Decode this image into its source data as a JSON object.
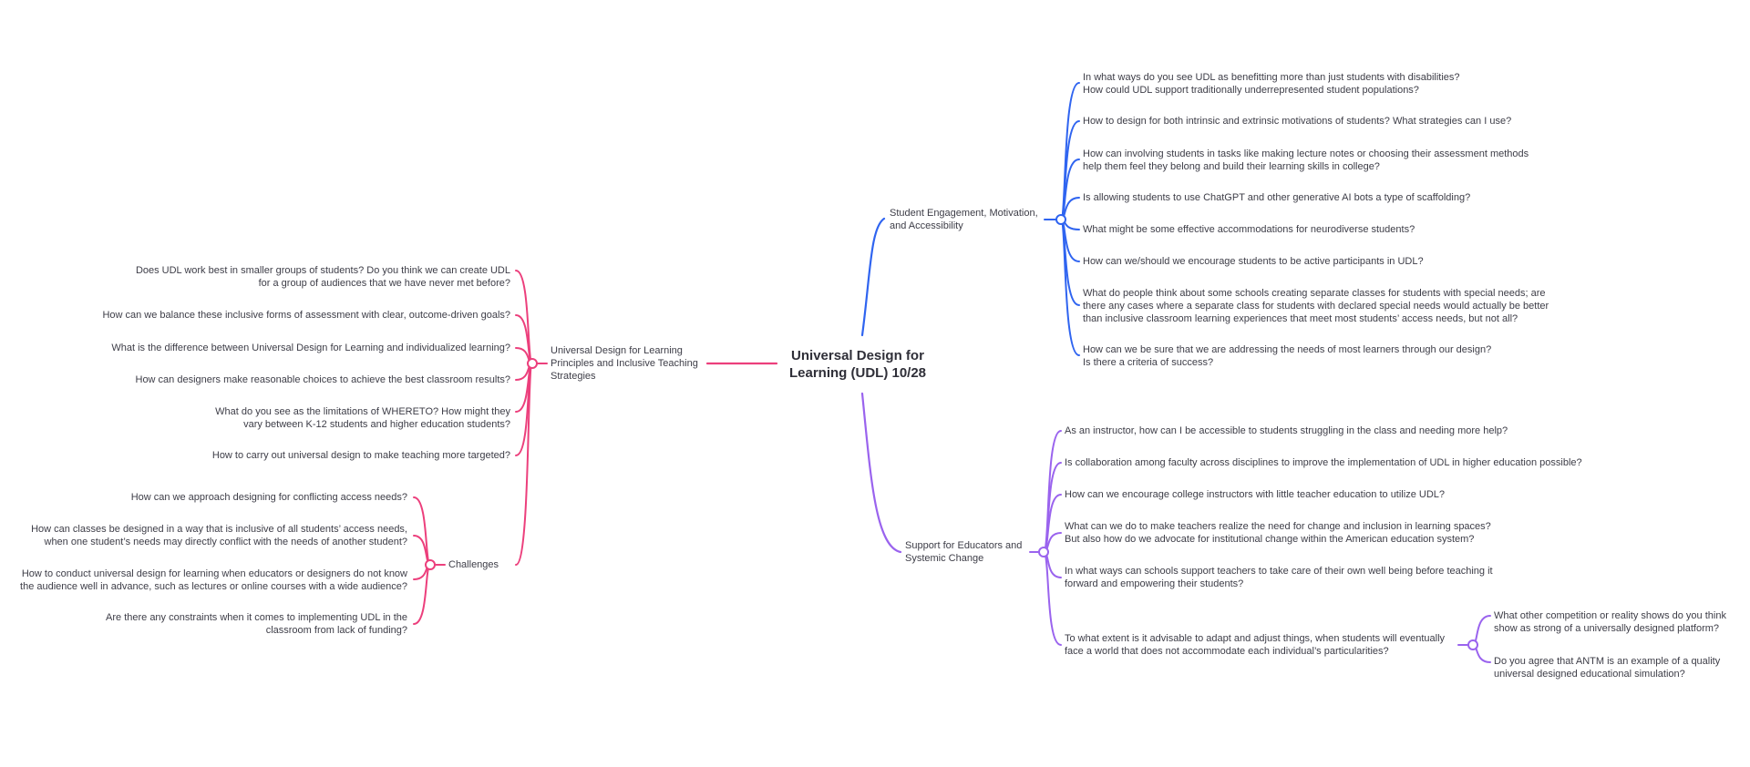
{
  "central_topic": {
    "lines": [
      "Universal Design for",
      "Learning (UDL) 10/28"
    ]
  },
  "branches": [
    {
      "label_lines": [
        "Student Engagement, Motivation,",
        "and Accessibility"
      ],
      "color": "#2f64f0",
      "children": [
        [
          "In what ways do you see UDL as benefitting more than just students with disabilities?",
          "How could UDL support traditionally underrepresented student populations?"
        ],
        [
          "How to design for both intrinsic and extrinsic motivations of students? What strategies can I use?"
        ],
        [
          "How can involving students in tasks like making lecture notes or choosing their assessment methods",
          "help them feel they belong and build their learning skills in college?"
        ],
        [
          "Is allowing students to use ChatGPT and other generative AI bots a type of scaffolding?"
        ],
        [
          "What might be some effective accommodations for neurodiverse students?"
        ],
        [
          "How can we/should we encourage students to be active participants in UDL?"
        ],
        [
          "What do people think about some schools creating separate classes for students with special needs; are",
          "there any cases where a separate class for students with declared special needs would actually be better",
          "than inclusive classroom learning experiences that meet most students’ access needs, but not all?"
        ],
        [
          "How can we be sure that we are addressing the needs of most learners through our design?",
          "Is there a criteria of success?"
        ]
      ]
    },
    {
      "label_lines": [
        "Support for Educators and",
        "Systemic Change"
      ],
      "color": "#9a63ee",
      "children": [
        [
          "As an instructor, how can I be accessible to students struggling in the class and needing more help?"
        ],
        [
          "Is collaboration among faculty across disciplines to improve the implementation of UDL in higher education possible?"
        ],
        [
          "How can we encourage college instructors with little teacher education to utilize UDL?"
        ],
        [
          "What can we do to make teachers realize the need for change and inclusion in learning spaces?",
          "But also how do we advocate for institutional change within the American education system?"
        ],
        [
          "In what ways can schools support teachers to take care of their own well being before teaching it",
          "forward and empowering their students?"
        ],
        [
          "To what extent is it advisable to adapt and adjust things, when students will eventually",
          "face a world that does not accommodate each individual’s particularities?"
        ]
      ],
      "subchildren": [
        [
          "What other competition or reality shows do you think",
          "show as strong of a universally designed platform?"
        ],
        [
          "Do you agree that ANTM is an example of a quality",
          "universal designed educational simulation?"
        ]
      ]
    },
    {
      "label_lines": [
        "Universal Design for Learning",
        "Principles and Inclusive Teaching",
        "Strategies"
      ],
      "color": "#ec3f7c",
      "children": [
        [
          "Does UDL work best in smaller groups of students? Do you think we can create UDL",
          "for a group of audiences that we have never met before?"
        ],
        [
          "How can we balance these inclusive forms of assessment with clear, outcome-driven goals?"
        ],
        [
          "What is the difference between Universal Design for Learning and individualized learning?"
        ],
        [
          "How can designers make reasonable choices to achieve the best classroom results?"
        ],
        [
          "What do you see as the limitations of WHERETO? How might they",
          "vary between K-12 students and higher education students?"
        ],
        [
          "How to carry out universal design to make teaching more targeted?"
        ]
      ],
      "sub_branch": {
        "label": "Challenges",
        "children": [
          [
            "How can we approach designing for conflicting access needs?"
          ],
          [
            "How can classes be designed in a way that is inclusive of all students’ access needs,",
            "when one student’s needs may directly conflict with the needs of another student?"
          ],
          [
            "How to conduct universal design for learning when educators or designers do not know",
            "the audience well in advance, such as lectures or online courses with a wide audience?"
          ],
          [
            "Are there any constraints when it comes to implementing UDL in the",
            "classroom from lack of funding?"
          ]
        ]
      }
    }
  ]
}
